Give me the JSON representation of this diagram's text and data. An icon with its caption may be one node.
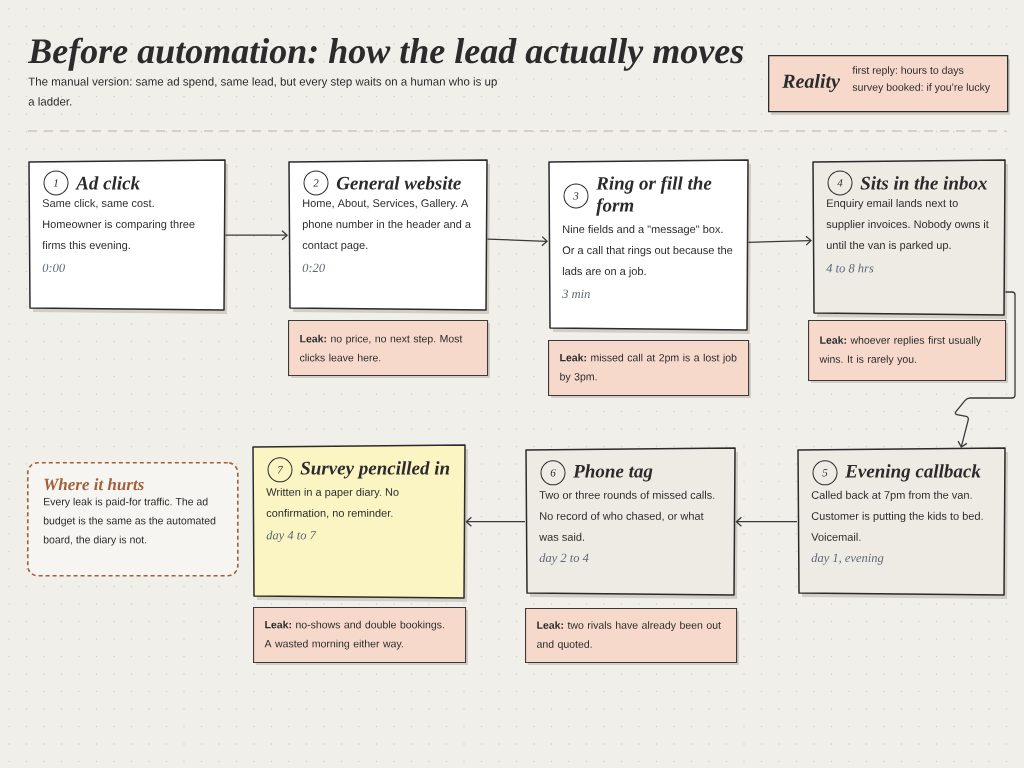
{
  "diagram": {
    "title": "Before automation: how the lead actually moves",
    "nodes": [
      {
        "text": [
          "Reality",
          "first reply: hours to days",
          "survey booked: if you’re lucky"
        ]
      },
      {
        "text": [
          "Ad click",
          "Same click, same cost. Homeowner is comparing three firms this evening.",
          "0:00"
        ]
      },
      {
        "text": [
          "1"
        ],
        "in": 1
      },
      {
        "text": [
          "General website",
          "Home, About, Services, Gallery. A phone number in the header and a contact page.",
          "0:20"
        ]
      },
      {
        "text": [
          "2"
        ],
        "in": 3
      },
      {
        "text": [
          "**Leak:** no price, no next step. Most clicks leave here."
        ]
      },
      {
        "text": [
          "Ring or fill the form",
          "Nine fields and a \"message\" box. Or a call that rings out because the lads are on a job.",
          "3 min"
        ]
      },
      {
        "text": [
          "3"
        ],
        "in": 6
      },
      {
        "text": [
          "**Leak:** missed call at 2pm is a lost job by 3pm."
        ]
      },
      {
        "text": [
          "Sits in the inbox",
          "Enquiry email lands next to supplier invoices. Nobody owns it until the van is parked up.",
          "4 to 8 hrs"
        ]
      },
      {
        "text": [
          "4"
        ],
        "in": 9
      },
      {
        "text": [
          "**Leak:** whoever replies first usually wins. It is rarely you."
        ]
      },
      {
        "text": [
          "Where it hurts",
          "Every leak is paid-for traffic. The ad budget is the same as the automated board, the diary is not."
        ]
      },
      {
        "text": [
          "Survey pencilled in",
          "Written in a paper diary. No confirmation, no reminder.",
          "day 4 to 7"
        ]
      },
      {
        "text": [
          "7"
        ],
        "in": 13
      },
      {
        "text": [
          "**Leak:** no-shows and double bookings. A wasted morning either way."
        ]
      },
      {
        "text": [
          "Phone tag",
          "Two or three rounds of missed calls. No record of who chased, or what was said.",
          "day 2 to 4"
        ]
      },
      {
        "text": [
          "6"
        ],
        "in": 16
      },
      {
        "text": [
          "**Leak:** two rivals have already been out and quoted."
        ]
      },
      {
        "text": [
          "Evening callback",
          "Called back at 7pm from the van. Customer is putting the kids to bed. Voicemail.",
          "day 1, evening"
        ]
      },
      {
        "text": [
          "5"
        ],
        "in": 19
      }
    ],
    "edges": [
      {
        "from": 1,
        "to": 3,
        "arrow": "to"
      },
      {
        "from": 3,
        "to": 6,
        "arrow": "to"
      },
      {
        "from": 6,
        "to": 9,
        "arrow": "to"
      },
      {
        "from": 9,
        "to": 19,
        "arrow": "to"
      },
      {
        "from": 19,
        "to": 16,
        "arrow": "to"
      },
      {
        "from": 16,
        "to": 13,
        "arrow": "to"
      }
    ],
    "labels": [
      "The manual version: same ad spend, same lead, but every step waits on a human who is up a ladder."
    ]
  }
}
